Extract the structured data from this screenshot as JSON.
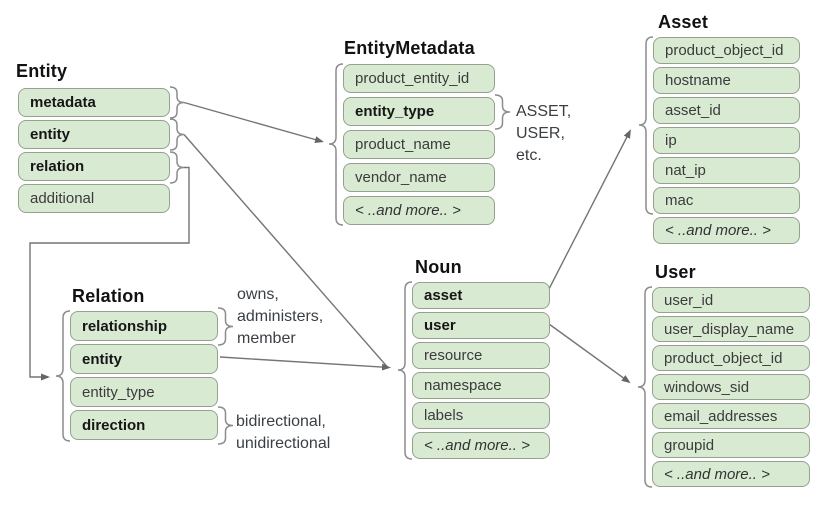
{
  "boxes": {
    "entity": {
      "title": "Entity",
      "fields": [
        "metadata",
        "entity",
        "relation",
        "additional"
      ]
    },
    "entity_metadata": {
      "title": "EntityMetadata",
      "fields": [
        "product_entity_id",
        "entity_type",
        "product_name",
        "vendor_name",
        "< ..and more.. >"
      ]
    },
    "asset": {
      "title": "Asset",
      "fields": [
        "product_object_id",
        "hostname",
        "asset_id",
        "ip",
        "nat_ip",
        "mac",
        "< ..and more.. >"
      ]
    },
    "relation": {
      "title": "Relation",
      "fields": [
        "relationship",
        "entity",
        "entity_type",
        "direction"
      ]
    },
    "noun": {
      "title": "Noun",
      "fields": [
        "asset",
        "user",
        "resource",
        "namespace",
        "labels",
        "< ..and more.. >"
      ]
    },
    "user": {
      "title": "User",
      "fields": [
        "user_id",
        "user_display_name",
        "product_object_id",
        "windows_sid",
        "email_addresses",
        "groupid",
        "< ..and more.. >"
      ]
    }
  },
  "annotations": {
    "entity_type_values": "ASSET,\nUSER,\netc.",
    "relationship_values": "owns,\nadministers,\nmember",
    "direction_values": "bidirectional,\nunidirectional"
  },
  "colors": {
    "field_fill": "#d9ead3",
    "field_border": "#95a08e",
    "connector": "#757575",
    "text": "#1a1a1a"
  }
}
